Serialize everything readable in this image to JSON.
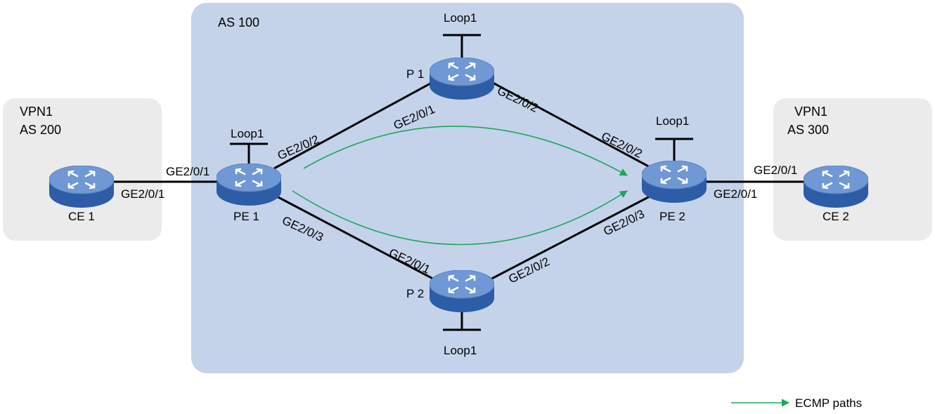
{
  "colors": {
    "as_region": "#c5d3ea",
    "vpn_region": "#ebebeb",
    "link": "#000000",
    "ecmp_path": "#1aa85a",
    "device_top": "#6f98d4",
    "device_side": "#2c5da6"
  },
  "regions": {
    "as100": "AS 100",
    "vpn_left": {
      "line1": "VPN1",
      "line2": "AS 200"
    },
    "vpn_right": {
      "line1": "VPN1",
      "line2": "AS 300"
    }
  },
  "devices": {
    "ce1": {
      "label": "CE 1",
      "icon": "router-icon"
    },
    "pe1": {
      "label": "PE 1",
      "icon": "router-icon",
      "loopback": "Loop1"
    },
    "p1": {
      "label": "P 1",
      "icon": "router-icon",
      "loopback": "Loop1"
    },
    "p2": {
      "label": "P 2",
      "icon": "router-icon",
      "loopback": "Loop1"
    },
    "pe2": {
      "label": "PE 2",
      "icon": "router-icon",
      "loopback": "Loop1"
    },
    "ce2": {
      "label": "CE 2",
      "icon": "router-icon"
    }
  },
  "interfaces": {
    "ce1_pe1": "GE2/0/1",
    "pe1_ce1": "GE2/0/1",
    "pe1_p1": "GE2/0/2",
    "p1_pe1": "GE2/0/1",
    "p1_pe2": "GE2/0/2",
    "pe2_p1": "GE2/0/2",
    "pe1_p2": "GE2/0/3",
    "p2_pe1": "GE2/0/1",
    "p2_pe2": "GE2/0/2",
    "pe2_p2": "GE2/0/3",
    "pe2_ce2": "GE2/0/1",
    "ce2_pe2": "GE2/0/1"
  },
  "legend": {
    "ecmp": "ECMP paths"
  }
}
